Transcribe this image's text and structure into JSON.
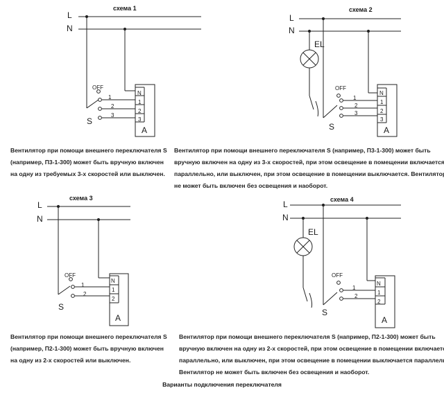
{
  "page": {
    "caption": "Варианты подключения переключателя"
  },
  "labels": {
    "line": "L",
    "neutral": "N",
    "off": "OFF",
    "switch": "S",
    "lamp": "EL",
    "fan": "A",
    "terminal_n": "N",
    "terminal_1": "1",
    "terminal_2": "2",
    "terminal_3": "3",
    "contact_1": "1",
    "contact_2": "2",
    "contact_3": "3"
  },
  "schemes": [
    {
      "title": "схема 1",
      "description": [
        "Вентилятор при помощи внешнего переключателя S",
        "(например, П3-1-300) может быть вручную включен",
        "на одну из требуемых 3-х скоростей или выключен."
      ]
    },
    {
      "title": "схема 2",
      "description": [
        "Вентилятор при помощи внешнего переключателя S (например, П3-1-300) может быть",
        "вручную включен на одну из 3-х скоростей, при этом освещение в помещении включается",
        "параллельно, или выключен, при этом освещение в помещении выключается. Вентилятор",
        "не может быть включен без освещения и наоборот."
      ]
    },
    {
      "title": "схема 3",
      "description": [
        "Вентилятор при помощи внешнего переключателя S",
        "(например, П2-1-300) может быть вручную включен",
        "на одну из 2-х скоростей или выключен."
      ]
    },
    {
      "title": "схема 4",
      "description": [
        "Вентилятор при помощи внешнего переключателя S (например, П2-1-300) может быть",
        "вручную включен на одну из 2-х скоростей, при этом освещение в помещении включается",
        "параллельно, или выключен, при этом освещение в помещении выключается параллельно.",
        "Вентилятор не может быть включен без освещения и наоборот."
      ]
    }
  ]
}
